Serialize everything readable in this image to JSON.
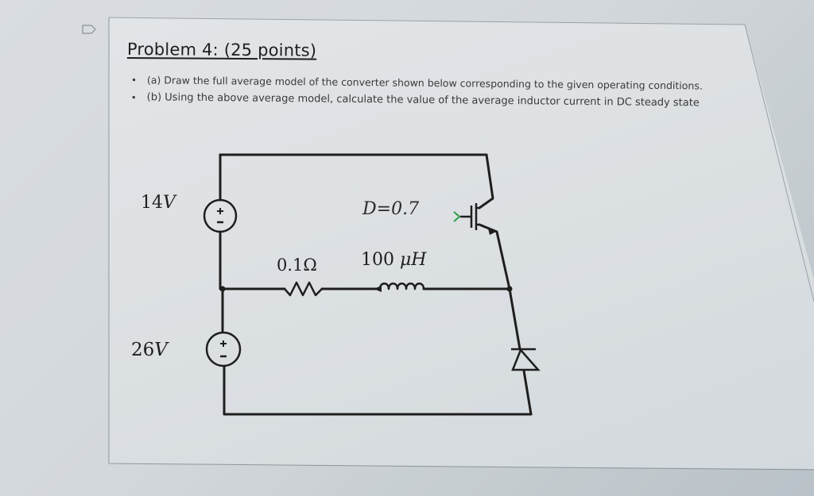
{
  "document": {
    "title": "Problem 4: (25 points)",
    "bullets": [
      {
        "marker": "•",
        "text": "(a) Draw the full average model of the converter shown below corresponding to the given operating conditions."
      },
      {
        "marker": "•",
        "text": "(b) Using the above average model, calculate the value of the average inductor current in DC steady state"
      }
    ]
  },
  "circuit": {
    "source_top": {
      "value": "14",
      "unit": "V",
      "icon": "dc-voltage-source-icon"
    },
    "source_bottom": {
      "value": "26",
      "unit": "V",
      "icon": "dc-voltage-source-icon"
    },
    "switch": {
      "label": "D=0.7",
      "icon": "igbt-transistor-icon"
    },
    "resistor": {
      "label": "0.1Ω",
      "icon": "resistor-icon"
    },
    "inductor": {
      "value": "100",
      "unit": "μH",
      "icon": "inductor-icon"
    },
    "diode": {
      "icon": "diode-icon"
    }
  },
  "colors": {
    "background": "#d3d8dc",
    "page": "#e0e3e6",
    "ink": "#202020",
    "gate_accent": "#2e9a4a"
  }
}
